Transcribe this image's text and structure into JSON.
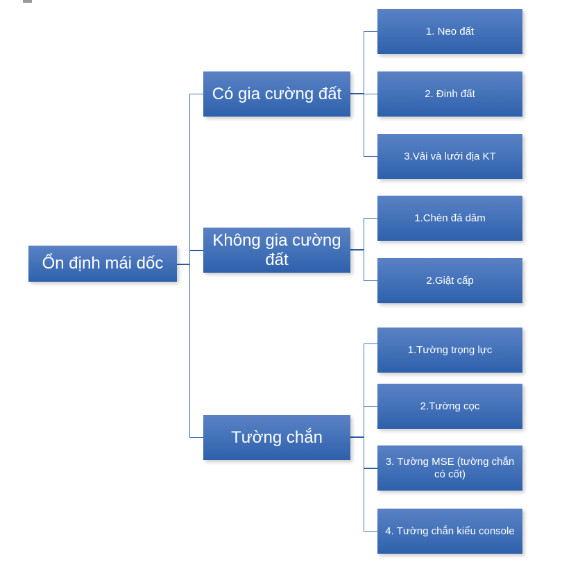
{
  "diagram": {
    "type": "horizontal-tree",
    "title_text": "",
    "colors": {
      "node_fill_top": "#5a81c4",
      "node_fill_bottom": "#2e60ab",
      "node_text": "#ffffff",
      "connector": "#4472b8",
      "connector_trunk": "#2e5aa8",
      "background": "#ffffff"
    },
    "root": {
      "label": "Ổn định mái dốc"
    },
    "branches": [
      {
        "label": "Có gia cường đất",
        "children": [
          {
            "label": "1. Neo đất"
          },
          {
            "label": "2. Đinh đất"
          },
          {
            "label": "3.Vải và lưới địa KT"
          }
        ]
      },
      {
        "label": "Không gia cường đất",
        "children": [
          {
            "label": "1.Chèn đá dăm"
          },
          {
            "label": "2.Giật cấp"
          }
        ]
      },
      {
        "label": "Tường chắn",
        "children": [
          {
            "label": "1.Tường trọng lực"
          },
          {
            "label": "2.Tường cọc"
          },
          {
            "label": "3. Tường MSE (tường chắn có cốt)"
          },
          {
            "label": "4. Tường chắn kiểu console"
          }
        ]
      }
    ]
  }
}
